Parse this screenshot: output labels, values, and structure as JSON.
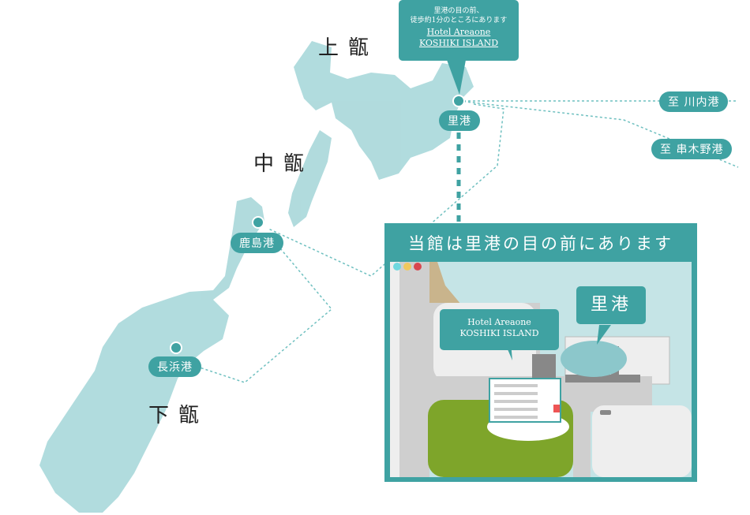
{
  "islands": {
    "kami": "上甑",
    "naka": "中甑",
    "shimo": "下甑"
  },
  "ports": {
    "sato": "里港",
    "kashima": "鹿島港",
    "nagahama": "長浜港"
  },
  "routes": {
    "sendai": "至 川内港",
    "kushikino": "至 串木野港"
  },
  "top_callout": {
    "line1": "里港の目の前、",
    "line2": "徒歩約1分のところにあります",
    "hotel_line1": "Hotel Areaone",
    "hotel_line2": "KOSHIKI ISLAND"
  },
  "inset": {
    "title": "当館は里港の目の前にあります",
    "hotel_line1": "Hotel Areaone",
    "hotel_line2": "KOSHIKI ISLAND",
    "port_label": "里港"
  },
  "colors": {
    "accent": "#3fa2a2",
    "land": "#a9d8da",
    "grass": "#7ea52a"
  }
}
